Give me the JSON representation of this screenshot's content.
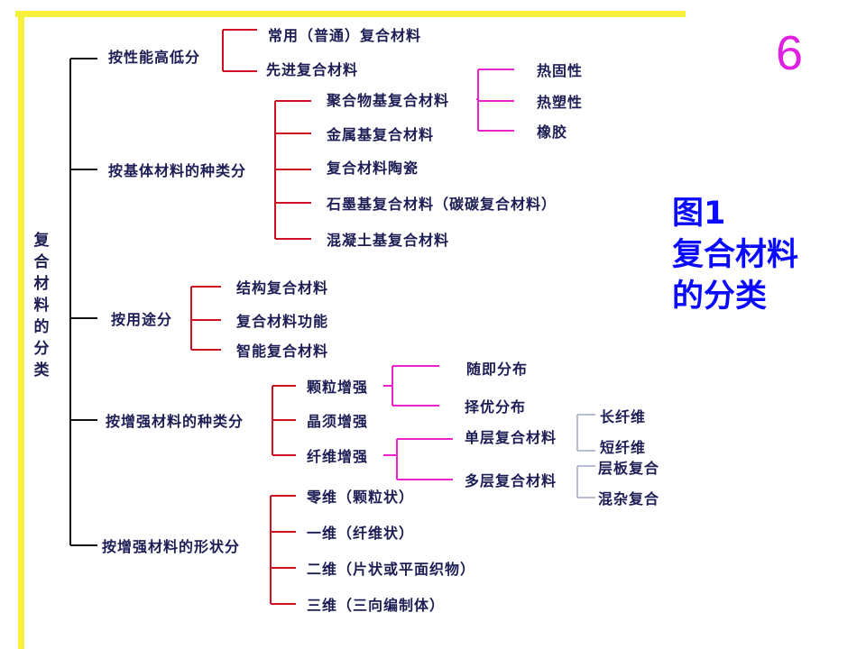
{
  "slide_number": "6",
  "caption": [
    "图1",
    "复合材料",
    "的分类"
  ],
  "root": "复合材料的分类",
  "colors": {
    "frame": "#f7f03a",
    "text": "#1d1d55",
    "caption": "#0a0aff",
    "number": "#e020e0",
    "red_bracket": "#cc1122",
    "magenta_bracket": "#ee22cc",
    "grey_bracket": "#9fa9c6"
  },
  "level1": [
    "按性能高低分",
    "按基体材料的种类分",
    "按用途分",
    "按增强材料的种类分",
    "按增强材料的形状分"
  ],
  "performance": [
    "常用（普通）复合材料",
    "先进复合材料"
  ],
  "matrix": [
    "聚合物基复合材料",
    "金属基复合材料",
    "复合材料陶瓷",
    "石墨基复合材料（碳碳复合材料）",
    "混凝土基复合材料"
  ],
  "polymer": [
    "热固性",
    "热塑性",
    "橡胶"
  ],
  "usage": [
    "结构复合材料",
    "复合材料功能",
    "智能复合材料"
  ],
  "reinforcement": [
    "颗粒增强",
    "晶须增强",
    "纤维增强"
  ],
  "particle": [
    "随即分布",
    "择优分布"
  ],
  "fiber": [
    "单层复合材料",
    "多层复合材料"
  ],
  "single_layer": [
    "长纤维",
    "短纤维"
  ],
  "multi_layer": [
    "层板复合",
    "混杂复合"
  ],
  "shape": [
    "零维（颗粒状）",
    "一维（纤维状）",
    "二维（片状或平面织物）",
    "三维（三向编制体）"
  ]
}
